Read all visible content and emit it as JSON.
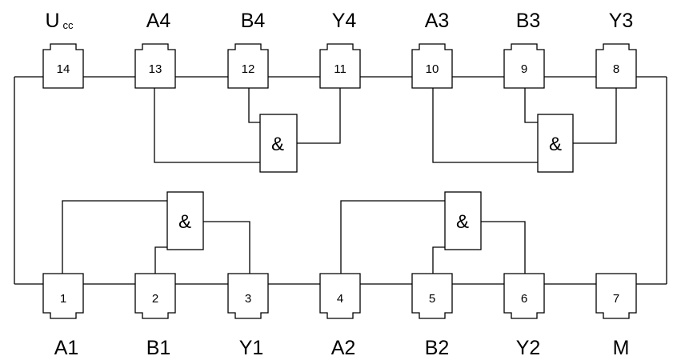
{
  "top_pins": [
    {
      "number": "14",
      "label": "U",
      "label_sub": "cc"
    },
    {
      "number": "13",
      "label": "A4"
    },
    {
      "number": "12",
      "label": "B4"
    },
    {
      "number": "11",
      "label": "Y4"
    },
    {
      "number": "10",
      "label": "A3"
    },
    {
      "number": "9",
      "label": "B3"
    },
    {
      "number": "8",
      "label": "Y3"
    }
  ],
  "bottom_pins": [
    {
      "number": "1",
      "label": "A1"
    },
    {
      "number": "2",
      "label": "B1"
    },
    {
      "number": "3",
      "label": "Y1"
    },
    {
      "number": "4",
      "label": "A2"
    },
    {
      "number": "5",
      "label": "B2"
    },
    {
      "number": "6",
      "label": "Y2"
    },
    {
      "number": "7",
      "label": "M"
    }
  ],
  "gates": [
    {
      "id": "gate-4",
      "symbol": "&"
    },
    {
      "id": "gate-3",
      "symbol": "&"
    },
    {
      "id": "gate-1",
      "symbol": "&"
    },
    {
      "id": "gate-2",
      "symbol": "&"
    }
  ]
}
